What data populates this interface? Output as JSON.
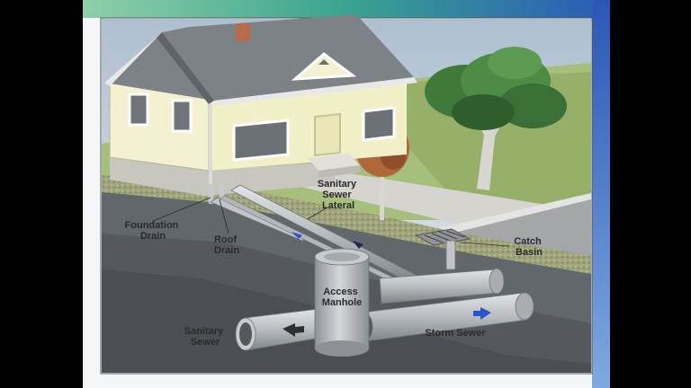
{
  "labels": {
    "foundation_drain": [
      "Foundation",
      "Drain"
    ],
    "roof_drain": [
      "Roof",
      "Drain"
    ],
    "sanitary_sewer_lateral": [
      "Sanitary",
      "Sewer",
      "Lateral"
    ],
    "catch_basin": [
      "Catch",
      "Basin"
    ],
    "access_manhole": [
      "Access",
      "Manhole"
    ],
    "sanitary_sewer": [
      "Sanitary",
      "Sewer"
    ],
    "storm_sewer": [
      "Storm Sewer"
    ]
  },
  "colors": {
    "pipe": "#b9bdc0",
    "flow_arrow_blue": "#2a55c8",
    "house_wall": "#f2f0c8",
    "roof": "#7d8287",
    "grass": "#98b070",
    "soil": "#5e6368",
    "border_top": "#2fa57c",
    "border_side": "#2a59b8"
  }
}
